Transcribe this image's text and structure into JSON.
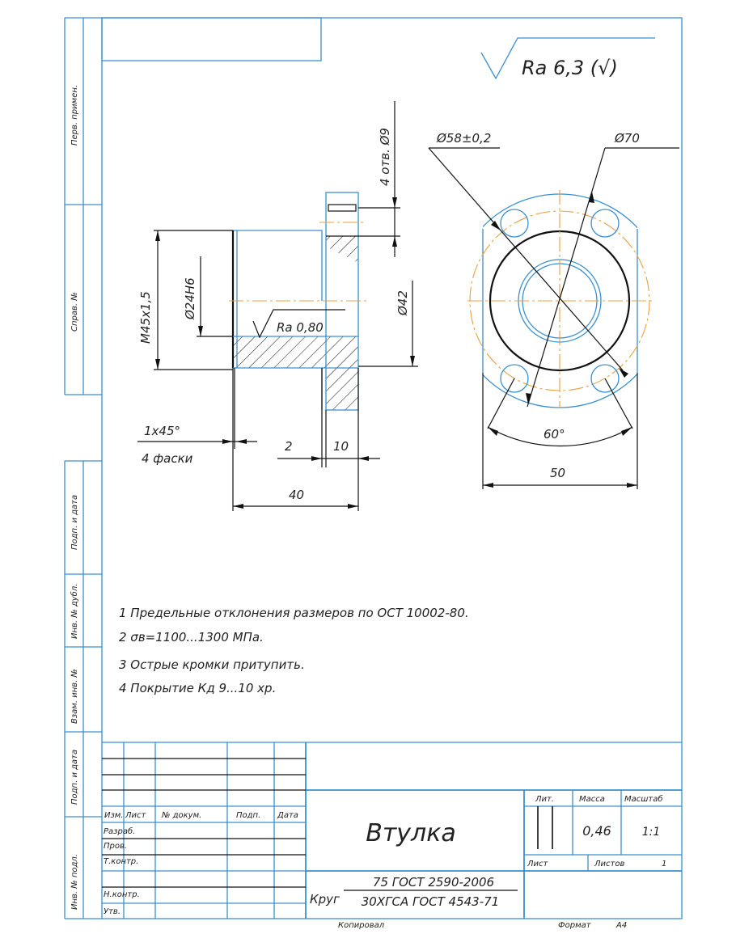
{
  "side_strip": [
    "Перв. примен.",
    "Справ. №",
    "Подп. и дата",
    "Инв. № дубл.",
    "Взам. инв. №",
    "Подп. и дата",
    "Инв. № подл."
  ],
  "roughness_general": "Ra 6,3 (√)",
  "section_view": {
    "thread": "M45x1,5",
    "bore": "Ø24H6",
    "flange_dia": "Ø42",
    "holes": "4 отв. Ø9",
    "roughness": "Ra 0,80",
    "chamfer": "1x45°",
    "chamfer_count": "4 фаски",
    "dim_2": "2",
    "dim_10": "10",
    "dim_40": "40"
  },
  "front_view": {
    "bolt_circle": "Ø58±0,2",
    "outer_dia": "Ø70",
    "angle": "60°",
    "width": "50"
  },
  "notes": [
    "1 Предельные отклонения размеров по ОСТ 10002-80.",
    "2 σв=1100...1300 МПа.",
    "3 Острые кромки притупить.",
    "4 Покрытие Кд 9...10 хр."
  ],
  "title_block": {
    "headers": [
      "Изм.",
      "Лист",
      "№ докум.",
      "Подп.",
      "Дата"
    ],
    "roles": [
      "Разраб.",
      "Пров.",
      "Т.контр.",
      "Н.контр.",
      "Утв."
    ],
    "part_name": "Втулка",
    "material_prefix": "Круг",
    "material_top": "75 ГОСТ 2590-2006",
    "material_bottom": "30ХГСА ГОСТ 4543-71",
    "lit_label": "Лит.",
    "mass_label": "Масса",
    "scale_label": "Масштаб",
    "mass": "0,46",
    "scale": "1:1",
    "sheet_label": "Лист",
    "sheets_label": "Листов",
    "sheets": "1"
  },
  "footer": {
    "copied": "Копировал",
    "format_label": "Формат",
    "format": "А4"
  }
}
